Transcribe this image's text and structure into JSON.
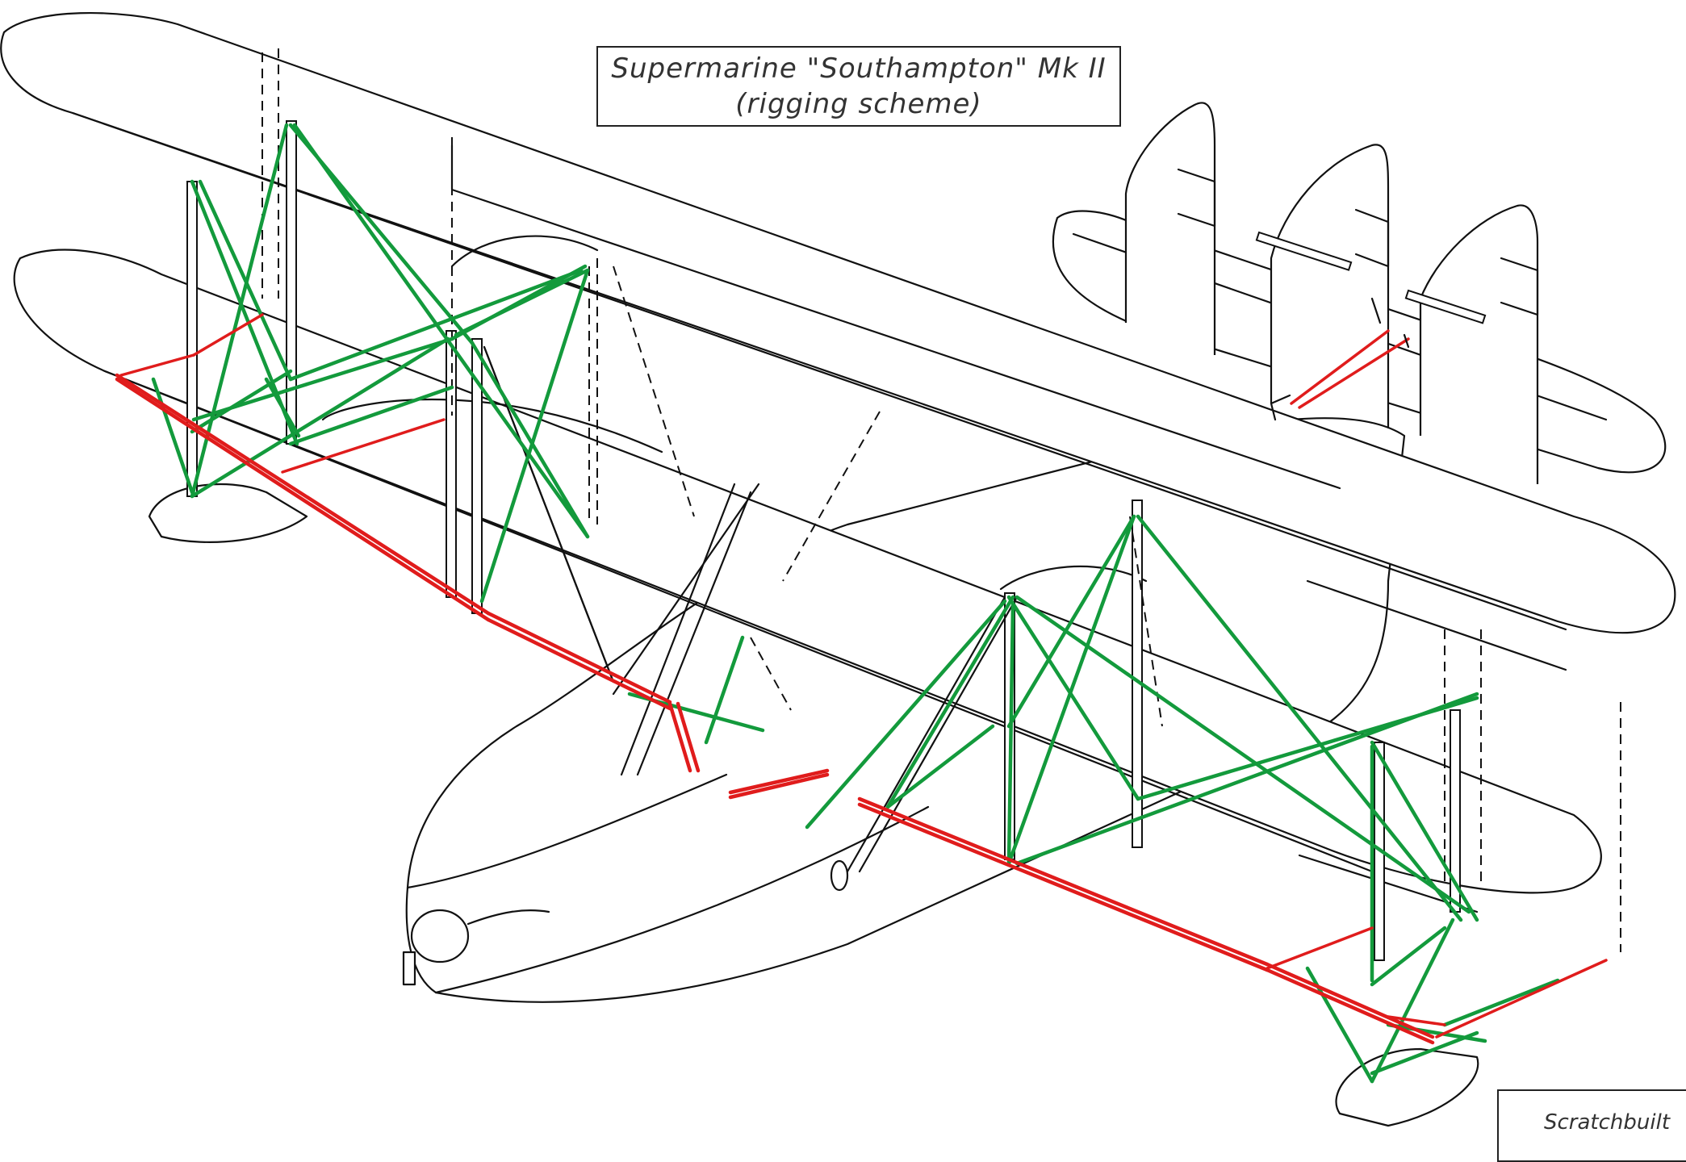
{
  "title": {
    "line1": "Supermarine \"Southampton\" Mk II",
    "line2": "(rigging scheme)"
  },
  "note": "Scratchbuilt",
  "colors": {
    "rigging_wires": "#139a3c",
    "control_cables": "#e01c1c",
    "outline": "#111111"
  }
}
